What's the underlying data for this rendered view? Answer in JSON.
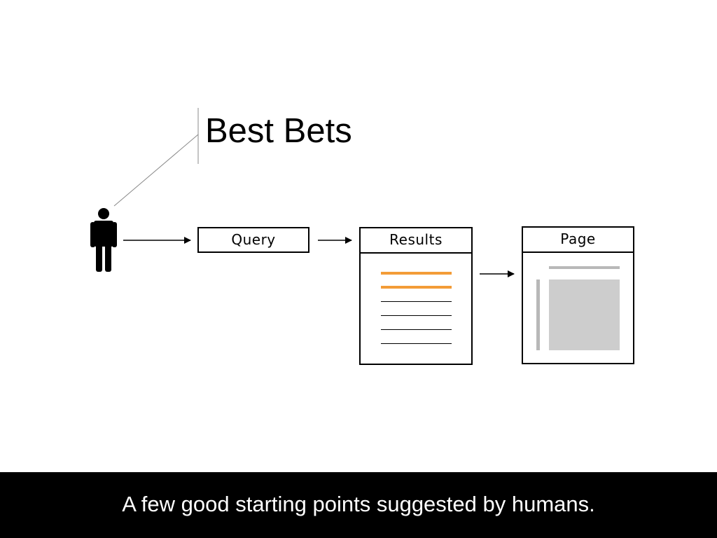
{
  "diagram": {
    "title": "Best Bets",
    "nodes": {
      "query": "Query",
      "results": "Results",
      "page": "Page"
    },
    "result_items": {
      "best_bets_count": 2,
      "regular_results_count": 4
    },
    "colors": {
      "best_bet_highlight": "#f39c37",
      "page_content_gray": "#cdcdcd",
      "page_rule_gray": "#b8b8b8",
      "footer_background": "#000000"
    }
  },
  "footer": {
    "caption": "A few good starting points suggested by humans."
  }
}
